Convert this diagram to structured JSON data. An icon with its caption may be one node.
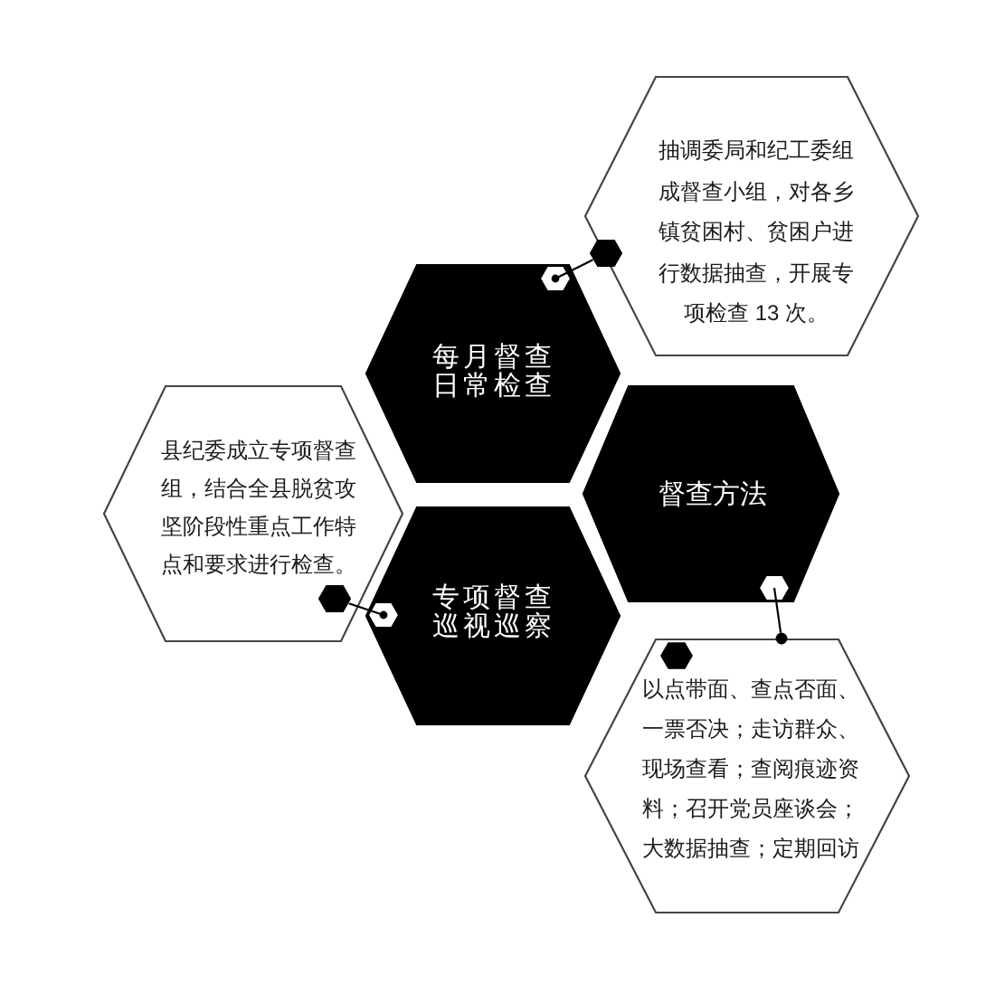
{
  "diagram": {
    "nodes": [
      {
        "text": [
          "督查方法"
        ]
      },
      {
        "text": [
          "每月督查日常检查"
        ]
      },
      {
        "text": [
          "抽调委局和纪工委组成督查小组，对各乡镇贫困村、贫困户进行数据抽查，开展专项检查 13 次。"
        ]
      },
      {
        "text": [
          "专项督查巡视巡察"
        ]
      },
      {
        "text": [
          "县纪委成立专项督查组，结合全县脱贫攻坚阶段性重点工作特点和要求进行检查。"
        ]
      },
      {
        "text": [
          "以点带面、查点否面、一票否决；走访群众、现场查看；查阅痕迹资料；召开党员座谈会；大数据抽查；定期回访"
        ]
      }
    ],
    "edges": [
      {
        "from": 1,
        "to": 2,
        "arrow": "other"
      },
      {
        "from": 3,
        "to": 4,
        "arrow": "other"
      },
      {
        "from": 0,
        "to": 5,
        "arrow": "other"
      }
    ]
  }
}
